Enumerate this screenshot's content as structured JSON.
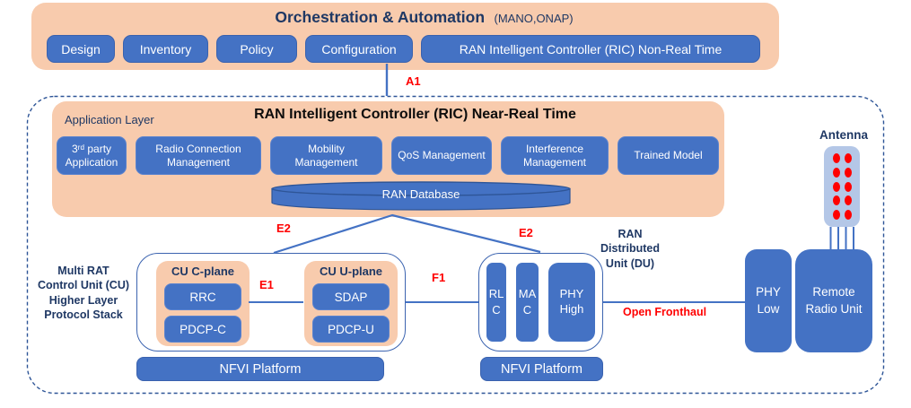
{
  "colors": {
    "node_blue": "#4472C4",
    "peach": "#F8CBAD",
    "navy_text": "#1F3864",
    "interface_red": "#FF0000",
    "antenna_fill": "#B4C7E7",
    "line_blue": "#4472C4",
    "dashed_border": "#2E5597"
  },
  "orchestration": {
    "title": "Orchestration & Automation",
    "subtitle": "(MANO,ONAP)",
    "buttons": [
      "Design",
      "Inventory",
      "Policy",
      "Configuration",
      "RAN Intelligent Controller (RIC) Non-Real Time"
    ]
  },
  "interfaces": {
    "a1": "A1",
    "e2_left": "E2",
    "e2_right": "E2",
    "e1": "E1",
    "f1": "F1",
    "open_fronthaul": "Open Fronthaul"
  },
  "ric": {
    "title": "RAN Intelligent Controller (RIC) Near-Real Time",
    "application_layer_label": "Application Layer",
    "apps": [
      "3ʳᵈ party Application",
      "Radio Connection Management",
      "Mobility Management",
      "QoS Management",
      "Interference Management",
      "Trained Model"
    ],
    "database": "RAN Database"
  },
  "cu": {
    "side_label": "Multi RAT\nControl Unit (CU)\nHigher Layer\nProtocol Stack",
    "c_plane": {
      "title": "CU C-plane",
      "items": [
        "RRC",
        "PDCP-C"
      ]
    },
    "u_plane": {
      "title": "CU U-plane",
      "items": [
        "SDAP",
        "PDCP-U"
      ]
    },
    "nfvi": "NFVI Platform"
  },
  "du": {
    "label": "RAN\nDistributed\nUnit (DU)",
    "items": [
      "RLC",
      "MAC",
      "PHY High"
    ],
    "nfvi": "NFVI Platform"
  },
  "fronthaul": {
    "phy_low": "PHY Low",
    "rru": "Remote Radio Unit",
    "antenna_label": "Antenna"
  }
}
